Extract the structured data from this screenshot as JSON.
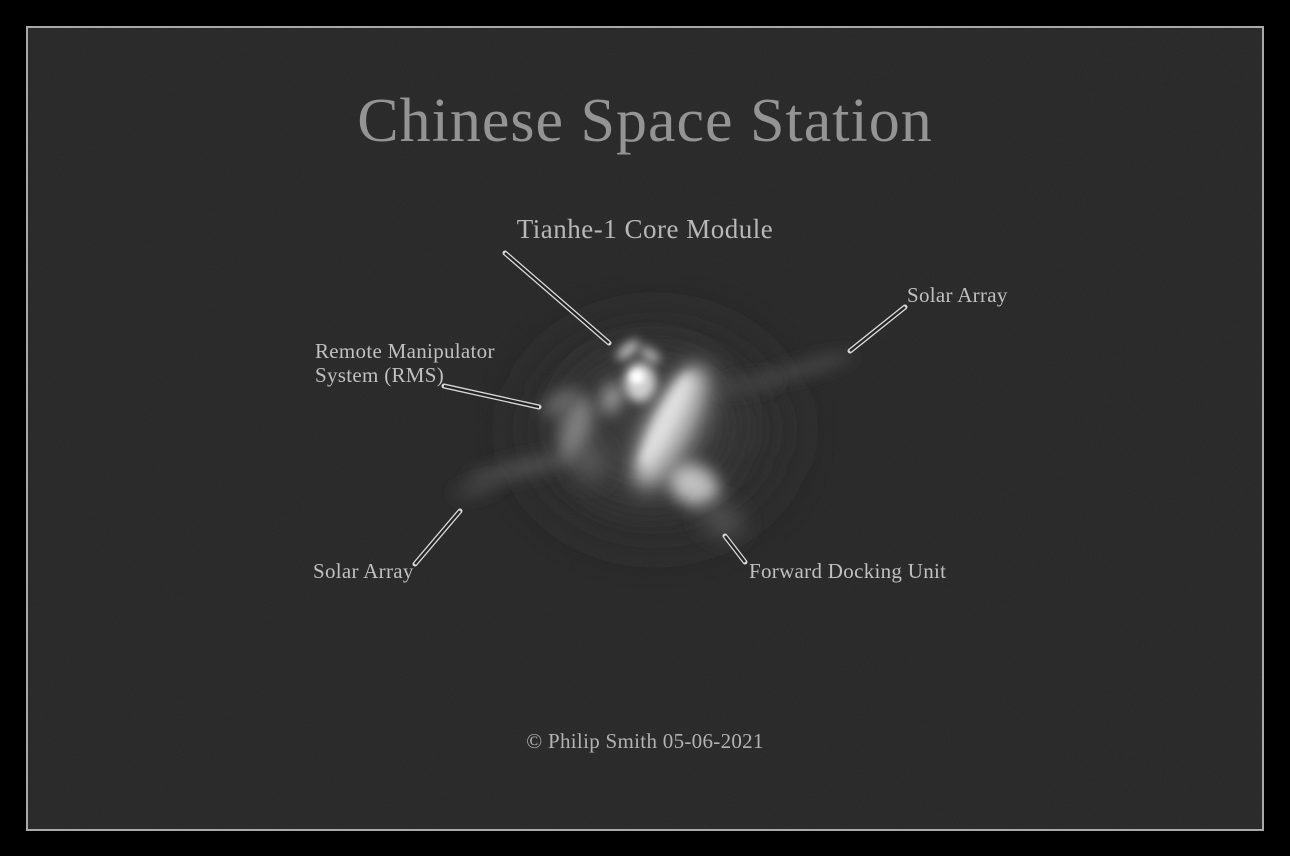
{
  "image": {
    "title": "Chinese Space Station",
    "credit": "© Philip Smith 05-06-2021"
  },
  "annotations": {
    "core_module": {
      "label": "Tianhe-1 Core Module"
    },
    "solar_array_right": {
      "label": "Solar Array"
    },
    "rms": {
      "label_line1": "Remote Manipulator",
      "label_line2": "System (RMS)"
    },
    "solar_array_left": {
      "label": "Solar Array"
    },
    "forward_docking_unit": {
      "label": "Forward Docking Unit"
    }
  },
  "colors": {
    "outer_background": "#000000",
    "photo_background": "#232323",
    "frame_border": "#a9a9a9",
    "title_text": "#949494",
    "annotation_text": "#c0c0c0",
    "leader_line": "#d8d8d8",
    "station_highlight": "#ffffff"
  }
}
